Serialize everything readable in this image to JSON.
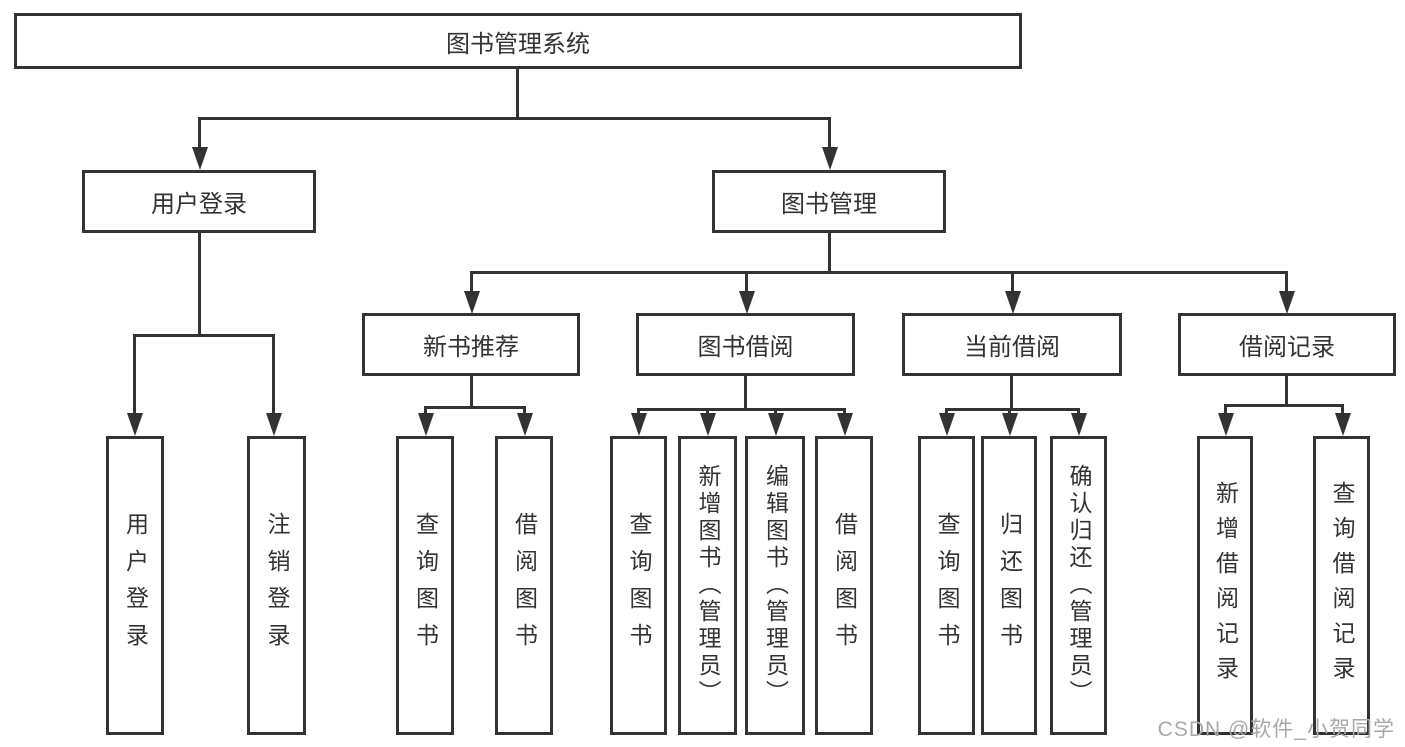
{
  "tree": {
    "root": {
      "label": "图书管理系统",
      "children": [
        {
          "label": "用户登录",
          "children": [
            {
              "label": "用户登录"
            },
            {
              "label": "注销登录"
            }
          ]
        },
        {
          "label": "图书管理",
          "children": [
            {
              "label": "新书推荐",
              "children": [
                {
                  "label": "查询图书"
                },
                {
                  "label": "借阅图书"
                }
              ]
            },
            {
              "label": "图书借阅",
              "children": [
                {
                  "label": "查询图书"
                },
                {
                  "label": "新增图书（管理员）"
                },
                {
                  "label": "编辑图书（管理员）"
                },
                {
                  "label": "借阅图书"
                }
              ]
            },
            {
              "label": "当前借阅",
              "children": [
                {
                  "label": "查询图书"
                },
                {
                  "label": "归还图书"
                },
                {
                  "label": "确认归还（管理员）"
                }
              ]
            },
            {
              "label": "借阅记录",
              "children": [
                {
                  "label": "新增借阅记录"
                },
                {
                  "label": "查询借阅记录"
                }
              ]
            }
          ]
        }
      ]
    }
  },
  "watermark": {
    "text": "CSDN @软件_小贺同学"
  },
  "colors": {
    "line": "#333333",
    "text": "#333333",
    "watermark": "#a9a9a9",
    "background": "#ffffff"
  }
}
